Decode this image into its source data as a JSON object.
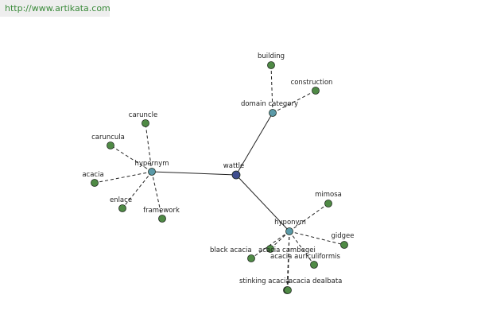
{
  "source_link": {
    "text": "http://www.artikata.com"
  },
  "colors": {
    "center_node": "#3e4d8e",
    "category_node": "#5b9aa8",
    "leaf_node": "#4f8a45",
    "node_stroke": "#1e2a1e",
    "edge": "#222222"
  },
  "graph": {
    "center": {
      "id": "wattle",
      "label": "wattle"
    },
    "categories": [
      {
        "id": "domain_category",
        "label": "domain category"
      },
      {
        "id": "hypernym",
        "label": "hypernym"
      },
      {
        "id": "hyponym",
        "label": "hyponym"
      }
    ],
    "leaves": [
      {
        "id": "building",
        "label": "building",
        "parent": "domain_category"
      },
      {
        "id": "construction",
        "label": "construction",
        "parent": "domain_category"
      },
      {
        "id": "caruncle",
        "label": "caruncle",
        "parent": "hypernym"
      },
      {
        "id": "caruncula",
        "label": "caruncula",
        "parent": "hypernym"
      },
      {
        "id": "acacia",
        "label": "acacia",
        "parent": "hypernym"
      },
      {
        "id": "enlace",
        "label": "enlace",
        "parent": "hypernym"
      },
      {
        "id": "framework",
        "label": "framework",
        "parent": "hypernym"
      },
      {
        "id": "mimosa",
        "label": "mimosa",
        "parent": "hyponym"
      },
      {
        "id": "gidgee",
        "label": "gidgee",
        "parent": "hyponym"
      },
      {
        "id": "acacia_auriculiformis",
        "label": "acacia auriculiformis",
        "parent": "hyponym"
      },
      {
        "id": "black_acacia",
        "label": "black acacia",
        "parent": "hyponym"
      },
      {
        "id": "acacia_cambegei",
        "label": "acacia cambegei",
        "parent": "hyponym"
      },
      {
        "id": "stinking_acacia",
        "label": "stinking acacia",
        "parent": "hyponym"
      },
      {
        "id": "acacia_dealbata",
        "label": "acacia dealbata",
        "parent": "hyponym"
      }
    ]
  }
}
